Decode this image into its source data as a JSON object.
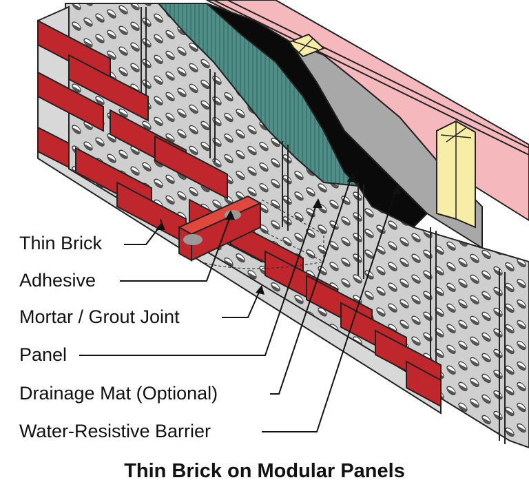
{
  "diagram": {
    "title": "Thin Brick on Modular Panels",
    "callouts": [
      {
        "id": "thin-brick",
        "label": "Thin Brick"
      },
      {
        "id": "adhesive",
        "label": "Adhesive"
      },
      {
        "id": "mortar-grout-joint",
        "label": "Mortar / Grout Joint"
      },
      {
        "id": "panel",
        "label": "Panel"
      },
      {
        "id": "drainage-mat",
        "label": "Drainage Mat (Optional)"
      },
      {
        "id": "water-resistive-barrier",
        "label": "Water-Resistive Barrier"
      }
    ],
    "layers": [
      {
        "name": "thin-brick",
        "color": "#c0272d"
      },
      {
        "name": "mortar",
        "color": "#d8d8d8"
      },
      {
        "name": "panel",
        "color": "#cfcfcf"
      },
      {
        "name": "drainage-mat",
        "color": "#4a8a84"
      },
      {
        "name": "water-resistive-barrier",
        "color": "#0a0a0a"
      },
      {
        "name": "sheathing",
        "color": "#a8a8a8"
      },
      {
        "name": "insulation",
        "color": "#f4b8bd"
      },
      {
        "name": "stud",
        "color": "#f7eda6"
      }
    ]
  }
}
